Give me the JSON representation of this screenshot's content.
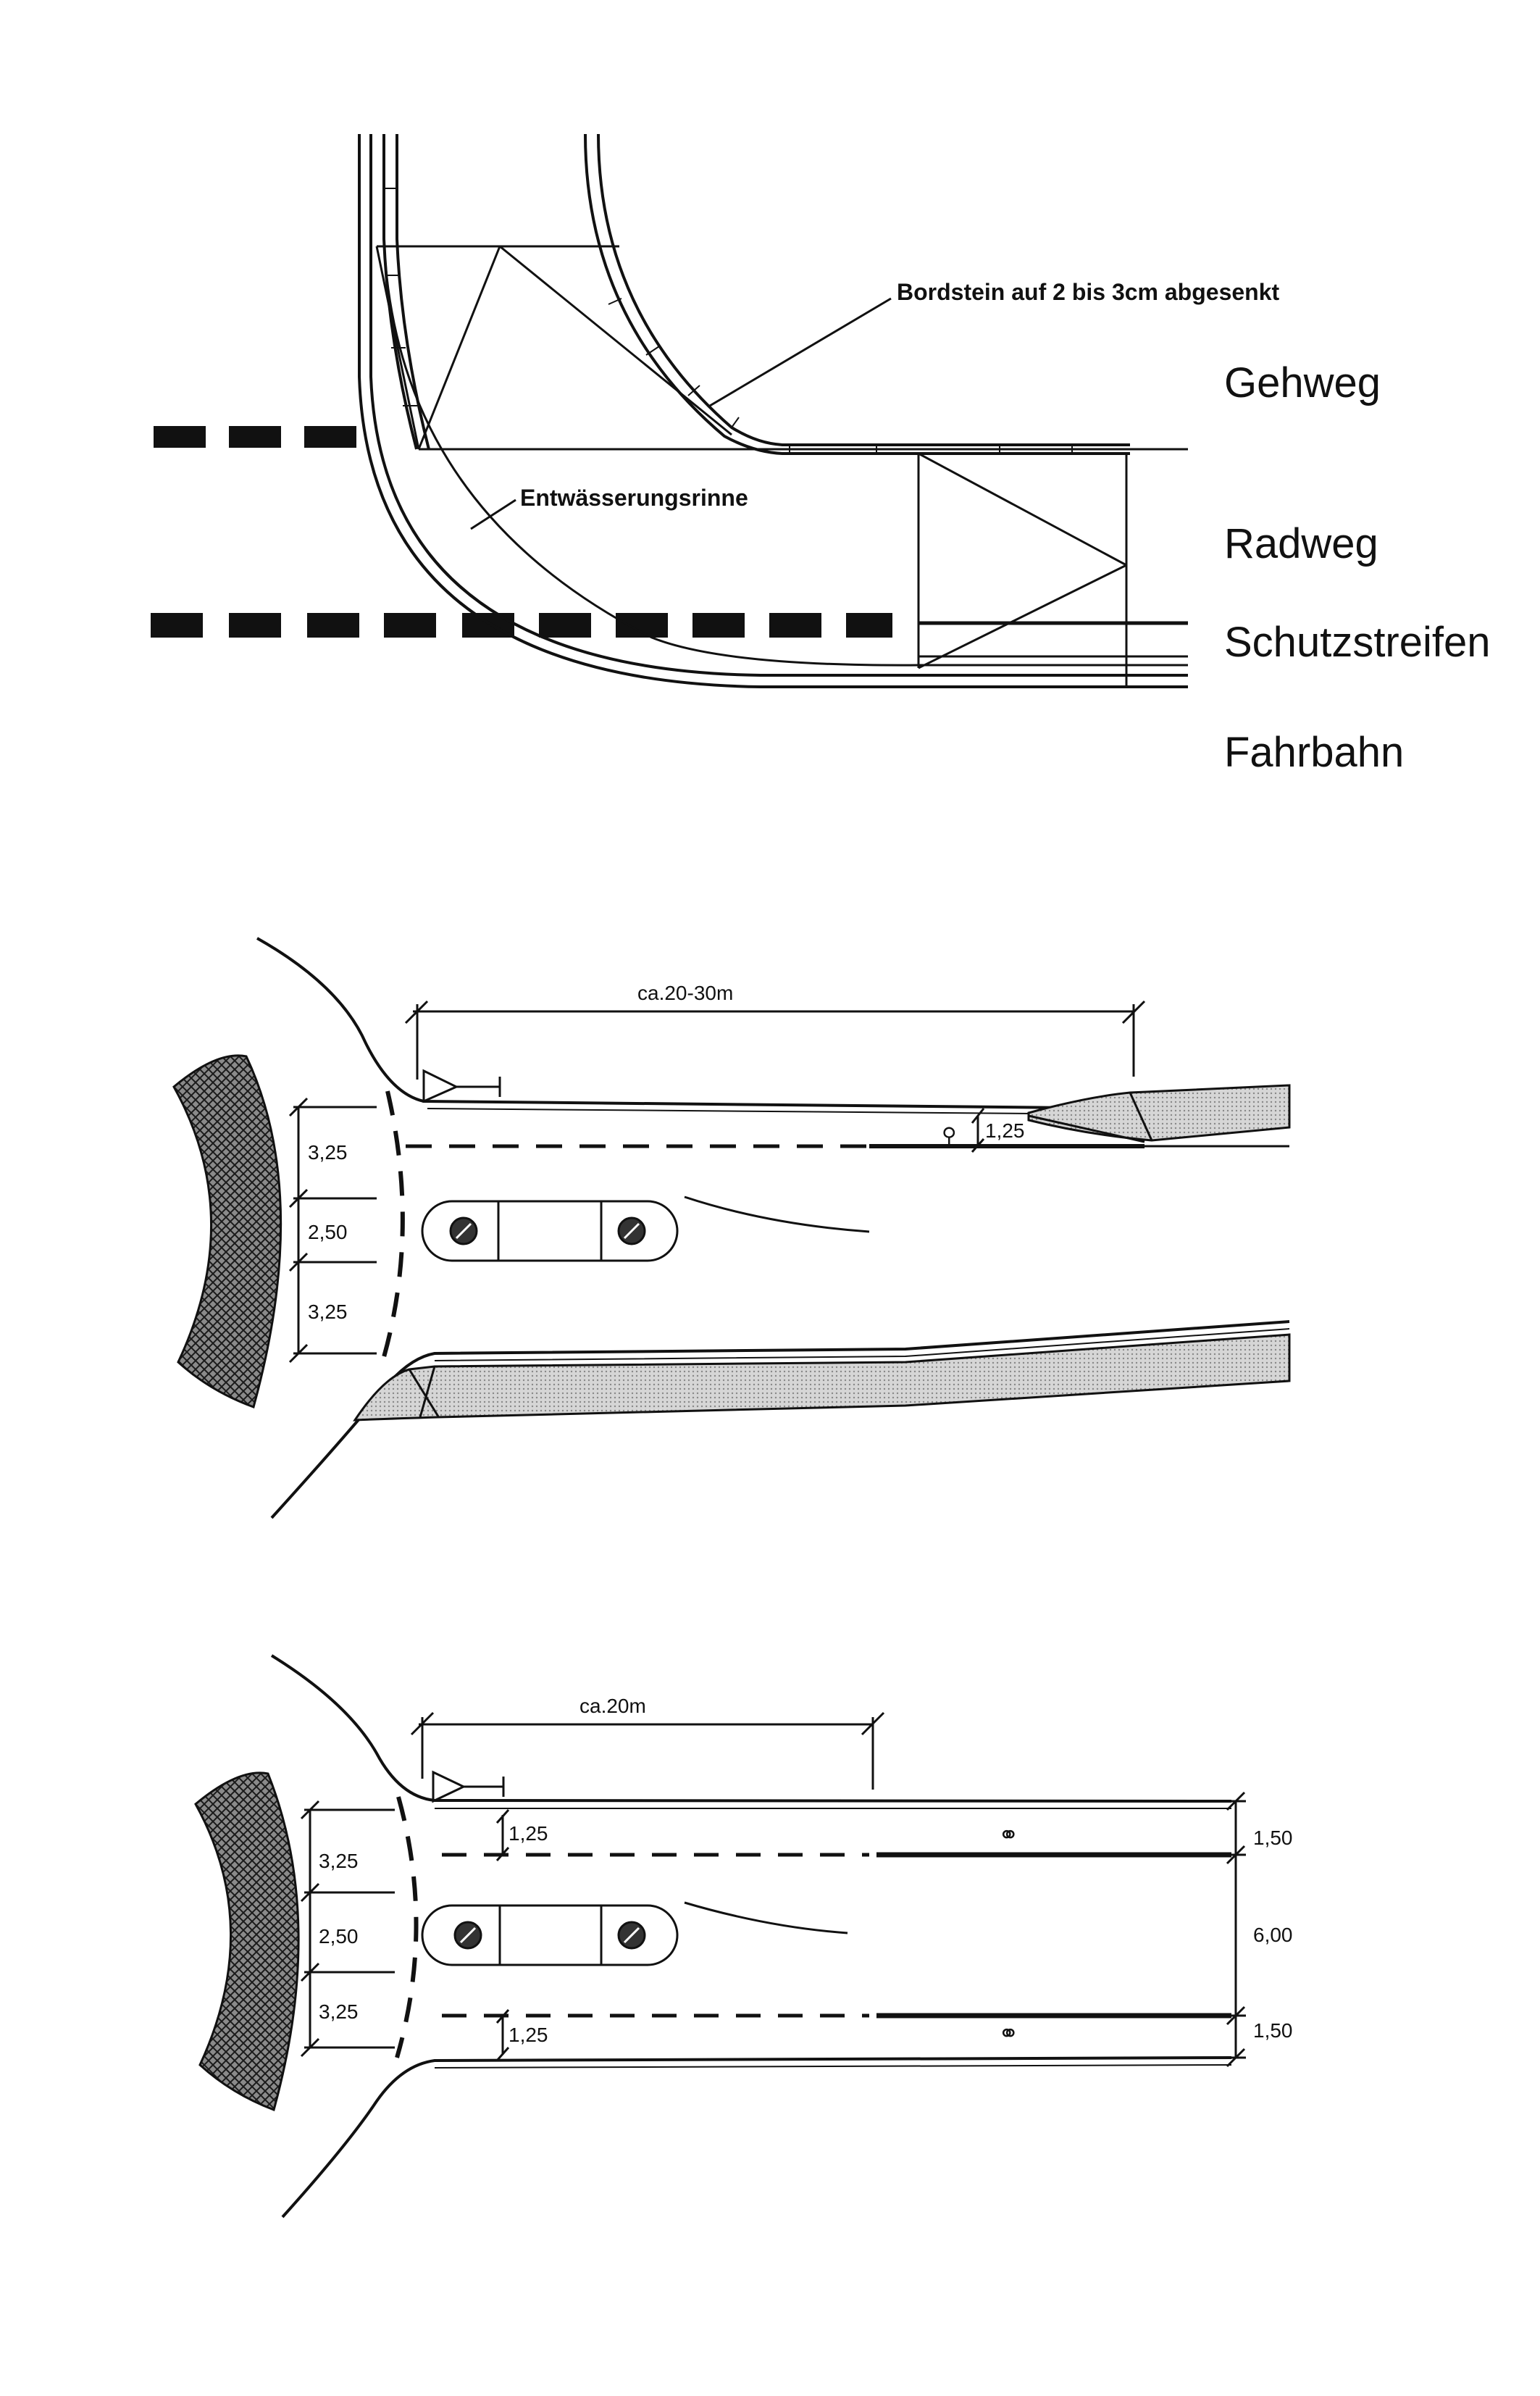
{
  "diagram1": {
    "labels": {
      "gehweg": "Gehweg",
      "radweg": "Radweg",
      "schutzstreifen": "Schutzstreifen",
      "fahrbahn": "Fahrbahn"
    },
    "annotations": {
      "bordstein": "Bordstein auf 2 bis 3cm abgesenkt",
      "rinne": "Entwässerungsrinne"
    }
  },
  "diagram2": {
    "distance": "ca.20-30m",
    "lanes": [
      "3,25",
      "2,50",
      "3,25"
    ],
    "bike_width": "1,25"
  },
  "diagram3": {
    "distance": "ca.20m",
    "lanes": [
      "3,25",
      "2,50",
      "3,25"
    ],
    "bike_width_top": "1,25",
    "bike_width_bottom": "1,25",
    "right_dims": [
      "1,50",
      "6,00",
      "1,50"
    ]
  },
  "colors": {
    "ink": "#111111",
    "hatch": "#555555",
    "shade": "#cfcfcf"
  }
}
